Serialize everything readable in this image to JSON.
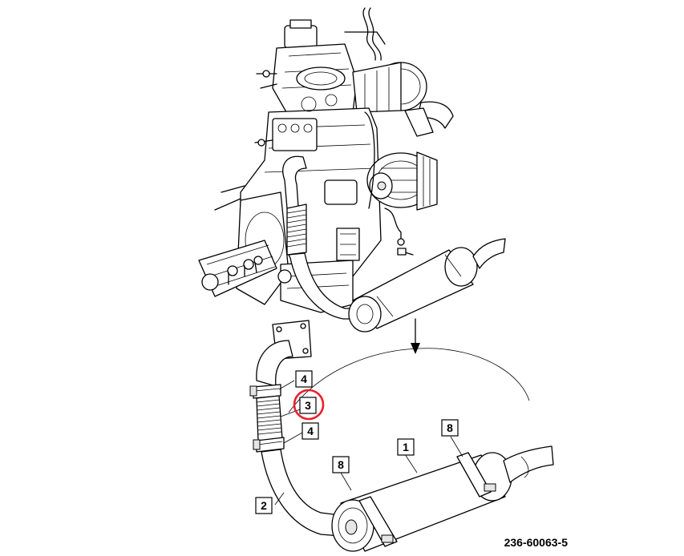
{
  "diagram": {
    "callouts": [
      {
        "id": "callout-1",
        "text": "1"
      },
      {
        "id": "callout-2",
        "text": "2"
      },
      {
        "id": "callout-3",
        "text": "3",
        "highlighted": true
      },
      {
        "id": "callout-4-upper",
        "text": "4"
      },
      {
        "id": "callout-4-lower",
        "text": "4"
      },
      {
        "id": "callout-8-left",
        "text": "8"
      },
      {
        "id": "callout-8-right",
        "text": "8"
      }
    ],
    "figure_code": "236-60063-5",
    "highlight_color": "#e8202a"
  }
}
